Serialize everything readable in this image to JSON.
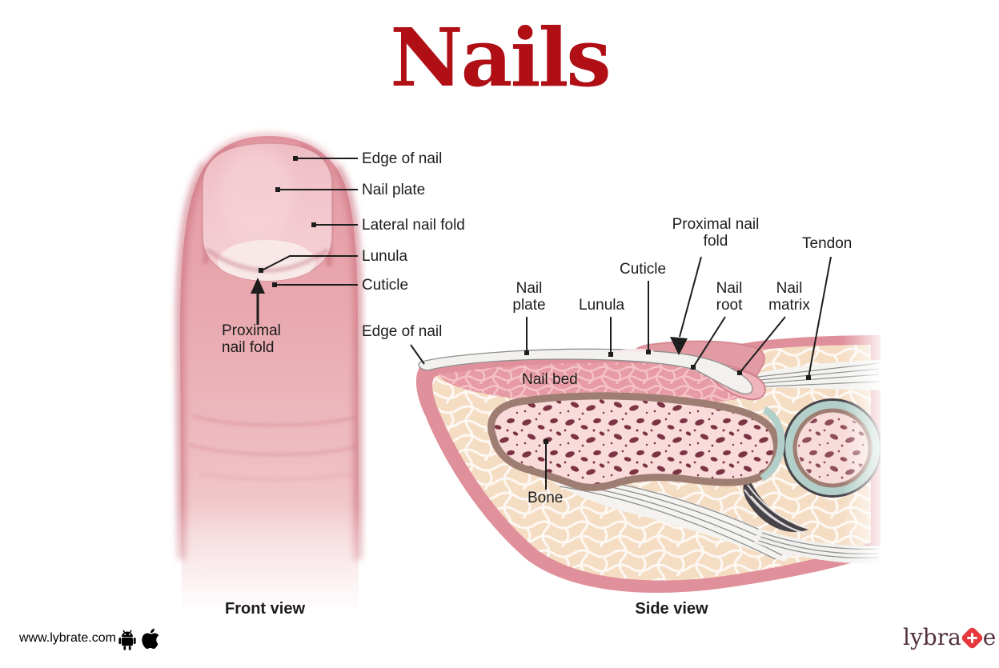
{
  "title": "Nails",
  "front_view": {
    "caption": "Front view",
    "labels": {
      "edge_of_nail": "Edge of nail",
      "nail_plate": "Nail plate",
      "lateral_nail_fold": "Lateral nail fold",
      "lunula": "Lunula",
      "cuticle": "Cuticle",
      "proximal_nail_fold": "Proximal nail fold"
    }
  },
  "side_view": {
    "caption": "Side view",
    "labels": {
      "edge_of_nail": "Edge of nail",
      "nail_plate": "Nail plate",
      "lunula": "Lunula",
      "cuticle": "Cuticle",
      "proximal_nail_fold": "Proximal nail fold",
      "nail_root": "Nail root",
      "nail_matrix": "Nail matrix",
      "tendon": "Tendon",
      "nail_bed": "Nail bed",
      "bone": "Bone"
    }
  },
  "footer": {
    "website": "www.lybrate.com",
    "brand_prefix": "lybra",
    "brand_suffix": "e"
  },
  "colors": {
    "title_red": "#b00f16",
    "label_text": "#1c1c1c",
    "skin_pink": "#e6a0a9",
    "nail_pink": "#f2c6cc",
    "lunula_light": "#f8e9e8",
    "side_skin_rim": "#e0909a",
    "fat_tissue": "#f5ddc4",
    "nail_bed_pink": "#e79ba4",
    "nail_plate_white": "#f3f1ee",
    "bone_outline_brown": "#9e7d72",
    "bone_fill": "#f8dbda",
    "bone_marrow": "#6f2133",
    "cartilage_teal": "#b2cfc9",
    "joint_dark": "#474349",
    "brand_text": "#533140",
    "brand_accent": "#e7383d"
  }
}
